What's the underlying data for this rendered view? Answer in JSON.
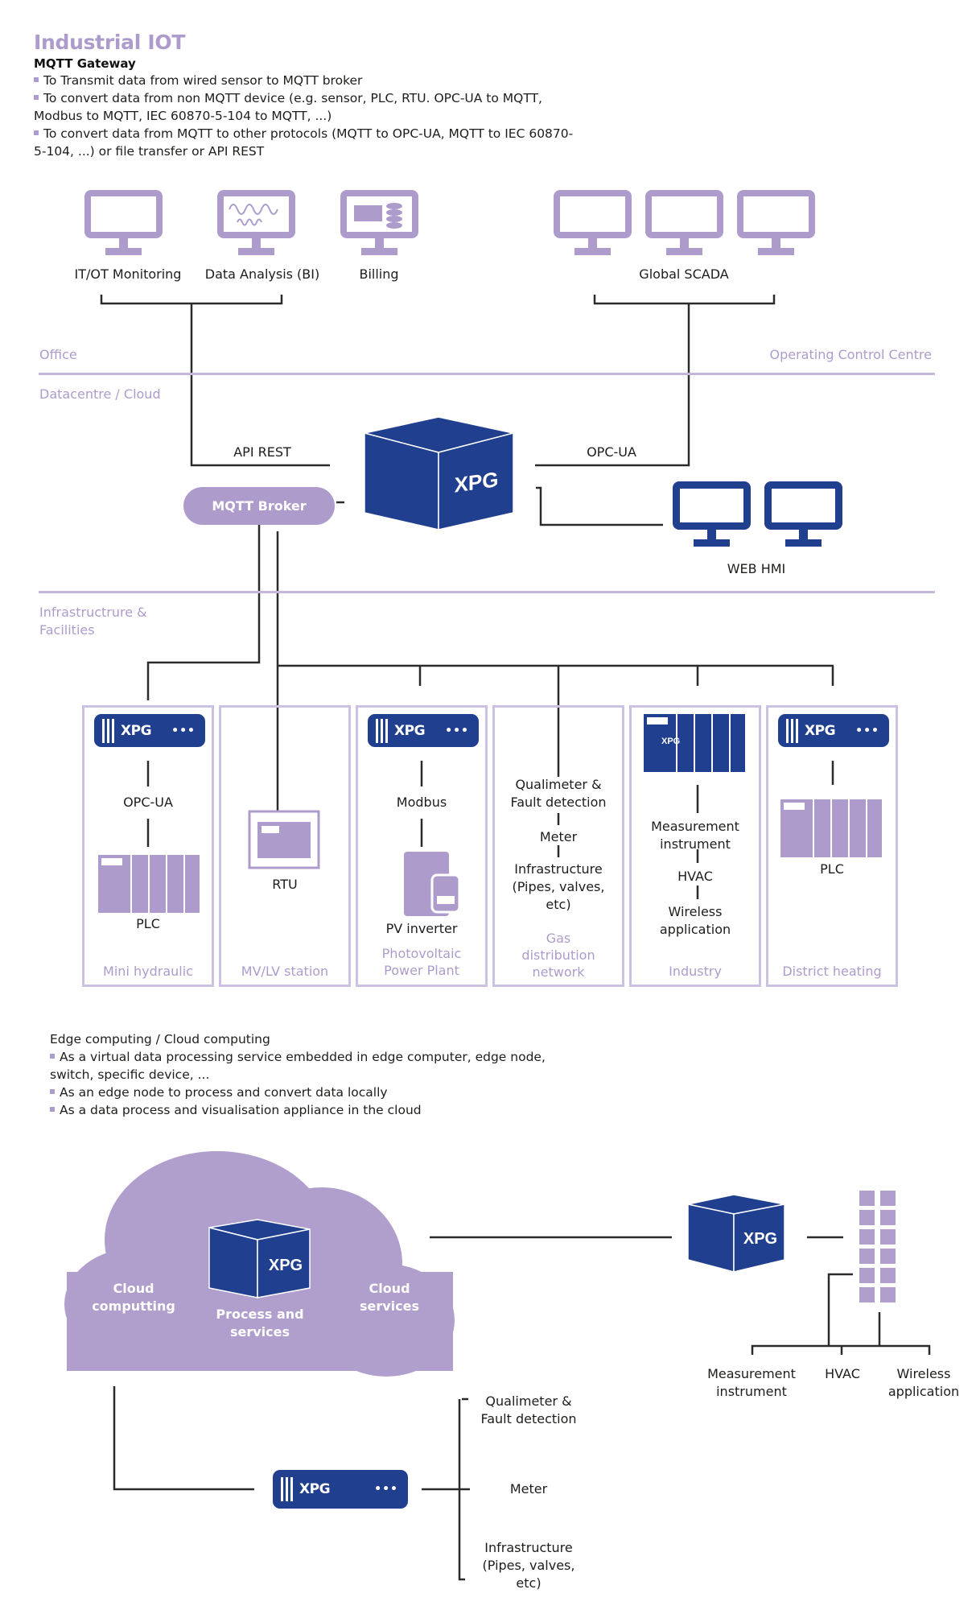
{
  "header": {
    "title": "Industrial IOT",
    "subtitle": "MQTT Gateway",
    "bullets": [
      "To Transmit data from wired sensor to MQTT broker",
      "To convert data from non MQTT device (e.g. sensor, PLC, RTU. OPC-UA to MQTT, Modbus to MQTT, IEC 60870-5-104 to MQTT, ...)",
      "To convert data from MQTT to other protocols (MQTT to OPC-UA, MQTT to IEC 60870-5-104, ...) or file transfer or API REST"
    ]
  },
  "office": {
    "monitors": [
      {
        "label": "IT/OT Monitoring",
        "icon": "monitor-icon"
      },
      {
        "label": "Data Analysis (BI)",
        "icon": "monitor-waveform-icon"
      },
      {
        "label": "Billing",
        "icon": "monitor-database-icon"
      }
    ],
    "scada_label": "Global SCADA"
  },
  "zones": {
    "office": "Office",
    "operating": "Operating Control Centre",
    "datacentre": "Datacentre / Cloud",
    "infrastructure_line1": "Infrastructrure &",
    "infrastructure_line2": "Facilities"
  },
  "datacentre": {
    "api_rest": "API REST",
    "opc_ua": "OPC-UA",
    "cube_logo": "XPG",
    "mqtt_broker": "MQTT Broker",
    "web_hmi": "WEB HMI"
  },
  "device": {
    "logo": "XPG",
    "dots": "•••"
  },
  "facilities": [
    {
      "name": "Mini hydraulic",
      "protocol": "OPC-UA",
      "device": "PLC"
    },
    {
      "name": "MV/LV station",
      "device": "RTU"
    },
    {
      "name_line1": "Photovoltaic",
      "name_line2": "Power Plant",
      "protocol": "Modbus",
      "device": "PV inverter"
    },
    {
      "name_line1": "Gas",
      "name_line2": "distribution",
      "name_line3": "network",
      "items": [
        "Qualimeter &",
        "Fault detection",
        "Meter",
        "Infrastructure",
        "(Pipes, valves,",
        "etc)"
      ]
    },
    {
      "name": "Industry",
      "items": [
        "Measurement",
        "instrument",
        "HVAC",
        "Wireless",
        "application"
      ]
    },
    {
      "name": "District heating",
      "device": "PLC"
    }
  ],
  "edge": {
    "title": "Edge computing / Cloud computing",
    "bullets": [
      "As a virtual data processing service embedded in edge computer, edge node, switch, specific device, ...",
      "As an edge node to process and convert data locally",
      "As a data process and visualisation appliance in the cloud"
    ],
    "cloud_left_1": "Cloud",
    "cloud_left_2": "computting",
    "cloud_center_1": "Process and",
    "cloud_center_2": "services",
    "cloud_right_1": "Cloud",
    "cloud_right_2": "services",
    "cube_logo": "XPG",
    "right_targets": [
      {
        "line1": "Measurement",
        "line2": "instrument"
      },
      {
        "line1": "HVAC",
        "line2": ""
      },
      {
        "line1": "Wireless",
        "line2": "application"
      }
    ],
    "bottom_targets": [
      {
        "line1": "Qualimeter &",
        "line2": "Fault detection"
      },
      {
        "line1": "Meter"
      },
      {
        "line1": "Infrastructure",
        "line2": "(Pipes, valves,",
        "line3": "etc)"
      }
    ]
  },
  "colors": {
    "lavender": "#ad9ccb",
    "navy": "#213f8f",
    "divider": "#c4b7dd",
    "line": "#1d1d1b"
  }
}
